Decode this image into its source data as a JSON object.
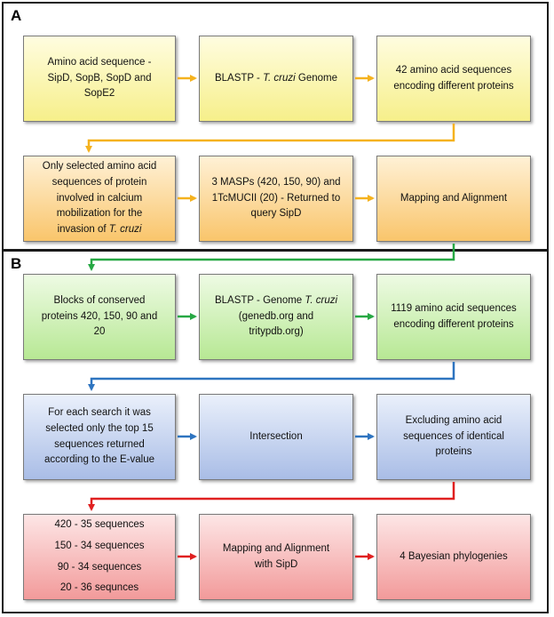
{
  "panels": {
    "a_label": "A",
    "b_label": "B"
  },
  "panel_a": {
    "row1": {
      "box1": "Amino acid sequence  -\nSipD, SopB, SopD and SopE2",
      "box2_prefix": "BLASTP - ",
      "box2_italic": "T. cruzi",
      "box2_suffix": " Genome",
      "box3": "42 amino acid sequences\nencoding different proteins"
    },
    "row2": {
      "box1_main": "Only selected amino acid\nsequences of protein\ninvolved in calcium\nmobilization for the\ninvasion of ",
      "box1_italic": "T. cruzi",
      "box2": "3 MASPs (420, 150, 90) and\n1TcMUCII (20) - Returned to\nquery SipD",
      "box3": "Mapping and Alignment"
    }
  },
  "panel_b": {
    "row1": {
      "box1": "Blocks of conserved\nproteins 420, 150, 90 and\n20",
      "box2_prefix": "BLASTP - Genome ",
      "box2_italic": "T. cruzi",
      "box2_suffix": "\n(genedb.org and\ntritypdb.org)",
      "box3": "1119 amino acid sequences\nencoding different proteins"
    },
    "row2": {
      "box1": "For each search it was\nselected only the top 15\nsequences returned\naccording to the E-value",
      "box2": "Intersection",
      "box3": "Excluding amino acid\nsequences of identical\nproteins"
    },
    "row3": {
      "box1_lines": [
        "420 - 35 sequences",
        "150 - 34 sequences",
        "90 - 34 sequences",
        "20 - 36 sequnces"
      ],
      "box2": "Mapping and Alignment\nwith SipD",
      "box3": "4 Bayesian phylogenies"
    }
  },
  "colors": {
    "arrow_orange": "#f5b21e",
    "arrow_green": "#27a844",
    "arrow_blue": "#2e74c0",
    "arrow_red": "#e02020"
  }
}
